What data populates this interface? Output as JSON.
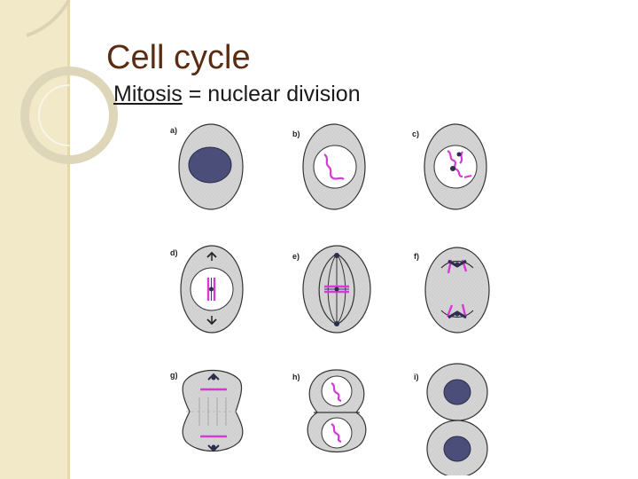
{
  "slide": {
    "title": "Cell cycle",
    "subtitle_term": "Mitosis",
    "subtitle_rest": " = nuclear division"
  },
  "figure": {
    "labels": [
      "a)",
      "b)",
      "c)",
      "d)",
      "e)",
      "f)",
      "g)",
      "h)",
      "i)"
    ]
  },
  "colors": {
    "title": "#5a2d12",
    "chromosome": "#d63ad6",
    "cell": "#d4d4d4",
    "nucleus": "#4a4e78",
    "band": "#f1e9c8"
  }
}
